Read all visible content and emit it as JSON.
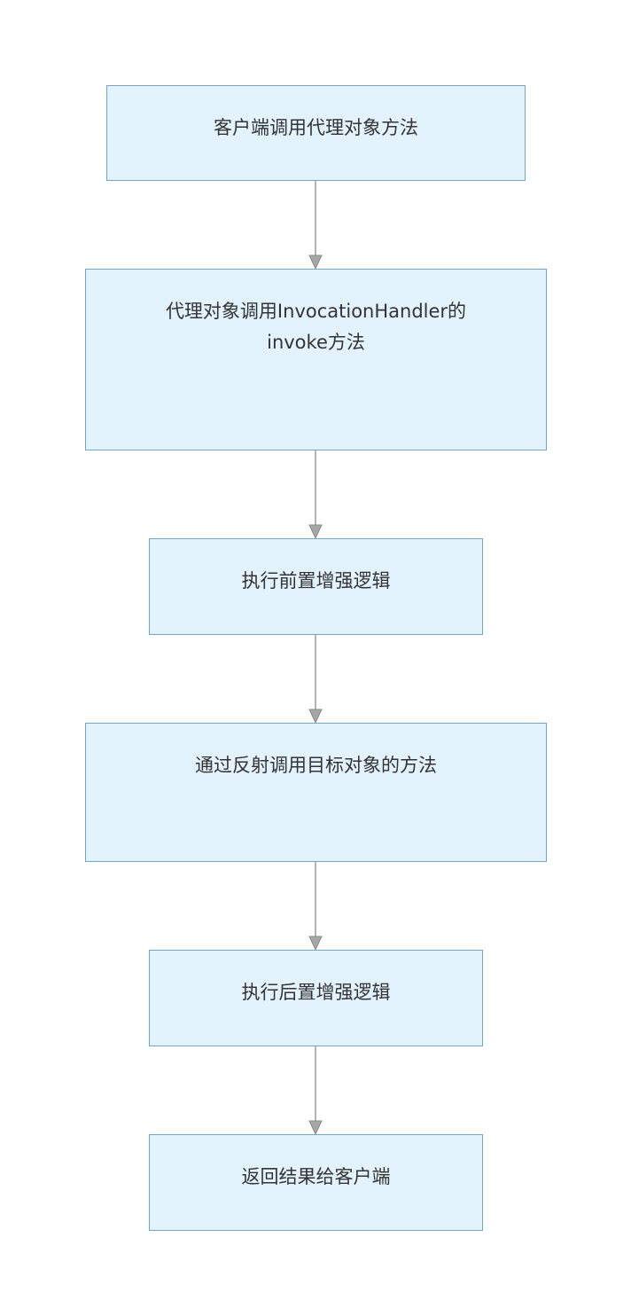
{
  "colors": {
    "node_fill": "#e3f3fd",
    "node_border": "#6aa5e3",
    "connector": "#9a9a9a",
    "arrow_fill": "#a6a6a6",
    "text": "#333333"
  },
  "flow": {
    "nodes": [
      {
        "id": "step-1",
        "text": "客户端调用代理对象方法"
      },
      {
        "id": "step-2",
        "text": "代理对象调用InvocationHandler的\ninvoke方法"
      },
      {
        "id": "step-3",
        "text": "执行前置增强逻辑"
      },
      {
        "id": "step-4",
        "text": "通过反射调用目标对象的方法"
      },
      {
        "id": "step-5",
        "text": "执行后置增强逻辑"
      },
      {
        "id": "step-6",
        "text": "返回结果给客户端"
      }
    ],
    "edges": [
      {
        "from": "step-1",
        "to": "step-2"
      },
      {
        "from": "step-2",
        "to": "step-3"
      },
      {
        "from": "step-3",
        "to": "step-4"
      },
      {
        "from": "step-4",
        "to": "step-5"
      },
      {
        "from": "step-5",
        "to": "step-6"
      }
    ]
  }
}
